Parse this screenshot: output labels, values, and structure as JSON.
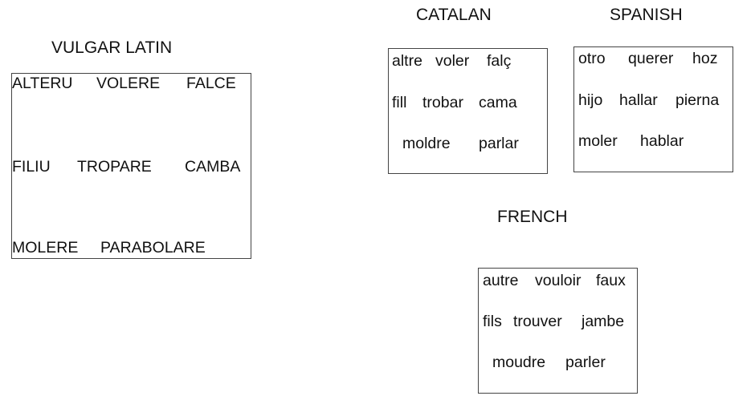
{
  "groups": {
    "vulgar_latin": {
      "title": "VULGAR LATIN",
      "words": [
        "ALTERU",
        "VOLERE",
        "FALCE",
        "FILIU",
        "TROPARE",
        "CAMBA",
        "MOLERE",
        "PARABOLARE"
      ]
    },
    "catalan": {
      "title": "CATALAN",
      "words": [
        "altre",
        "voler",
        "falç",
        "fill",
        "trobar",
        "cama",
        "moldre",
        "parlar"
      ]
    },
    "spanish": {
      "title": "SPANISH",
      "words": [
        "otro",
        "querer",
        "hoz",
        "hijo",
        "hallar",
        "pierna",
        "moler",
        "hablar"
      ]
    },
    "french": {
      "title": "FRENCH",
      "words": [
        "autre",
        "vouloir",
        "faux",
        "fils",
        "trouver",
        "jambe",
        "moudre",
        "parler"
      ]
    }
  }
}
